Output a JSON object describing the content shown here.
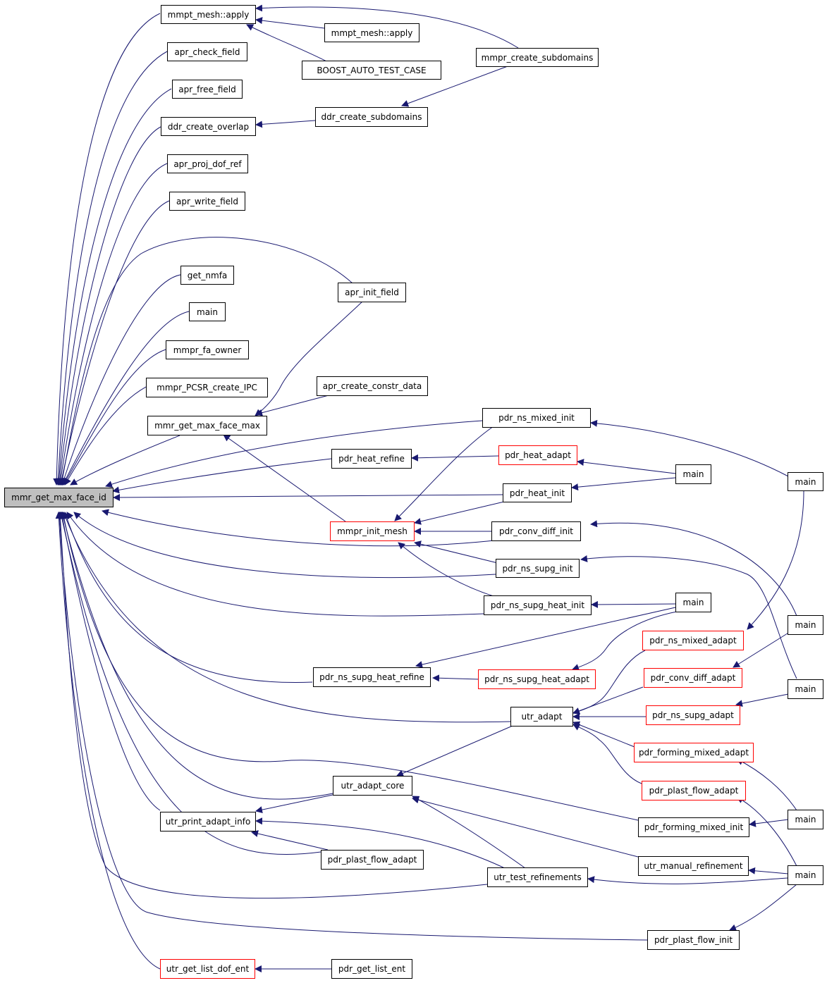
{
  "colors": {
    "edge": "#191970",
    "node_border": "#000000",
    "node_border_incomplete": "#ff0000",
    "root_fill": "#bfbfbf",
    "node_fill": "#ffffff"
  },
  "nodes": [
    {
      "id": "root",
      "label": "mmr_get_max_face_id",
      "style": "root"
    },
    {
      "id": "mmpt_apply_a",
      "label": "mmpt_mesh::apply",
      "style": "normal"
    },
    {
      "id": "mmpt_apply_b",
      "label": "mmpt_mesh::apply",
      "style": "normal"
    },
    {
      "id": "boost_test",
      "label": "BOOST_AUTO_TEST_CASE",
      "style": "normal"
    },
    {
      "id": "mmpr_create_sub",
      "label": "mmpr_create_subdomains",
      "style": "normal"
    },
    {
      "id": "apr_check_field",
      "label": "apr_check_field",
      "style": "normal"
    },
    {
      "id": "apr_free_field",
      "label": "apr_free_field",
      "style": "normal"
    },
    {
      "id": "ddr_create_overlap",
      "label": "ddr_create_overlap",
      "style": "normal"
    },
    {
      "id": "ddr_create_sub",
      "label": "ddr_create_subdomains",
      "style": "normal"
    },
    {
      "id": "apr_proj_dof_ref",
      "label": "apr_proj_dof_ref",
      "style": "normal"
    },
    {
      "id": "apr_write_field",
      "label": "apr_write_field",
      "style": "normal"
    },
    {
      "id": "get_nmfa",
      "label": "get_nmfa",
      "style": "normal"
    },
    {
      "id": "apr_init_field",
      "label": "apr_init_field",
      "style": "normal"
    },
    {
      "id": "main_a",
      "label": "main",
      "style": "normal"
    },
    {
      "id": "mmpr_fa_owner",
      "label": "mmpr_fa_owner",
      "style": "normal"
    },
    {
      "id": "mmpr_pcsr",
      "label": "mmpr_PCSR_create_IPC",
      "style": "normal"
    },
    {
      "id": "apr_create_constr",
      "label": "apr_create_constr_data",
      "style": "normal"
    },
    {
      "id": "mmr_get_max_face_max",
      "label": "mmr_get_max_face_max",
      "style": "normal"
    },
    {
      "id": "pdr_ns_mixed_init",
      "label": "pdr_ns_mixed_init",
      "style": "normal"
    },
    {
      "id": "pdr_heat_refine",
      "label": "pdr_heat_refine",
      "style": "normal"
    },
    {
      "id": "pdr_heat_adapt",
      "label": "pdr_heat_adapt",
      "style": "red"
    },
    {
      "id": "main_b",
      "label": "main",
      "style": "normal"
    },
    {
      "id": "main_c",
      "label": "main",
      "style": "normal"
    },
    {
      "id": "pdr_heat_init",
      "label": "pdr_heat_init",
      "style": "normal"
    },
    {
      "id": "mmpr_init_mesh",
      "label": "mmpr_init_mesh",
      "style": "red"
    },
    {
      "id": "pdr_conv_diff_init",
      "label": "pdr_conv_diff_init",
      "style": "normal"
    },
    {
      "id": "pdr_ns_supg_init",
      "label": "pdr_ns_supg_init",
      "style": "normal"
    },
    {
      "id": "pdr_ns_supg_heat_init",
      "label": "pdr_ns_supg_heat_init",
      "style": "normal"
    },
    {
      "id": "main_d",
      "label": "main",
      "style": "normal"
    },
    {
      "id": "main_e",
      "label": "main",
      "style": "normal"
    },
    {
      "id": "pdr_ns_mixed_adapt",
      "label": "pdr_ns_mixed_adapt",
      "style": "red"
    },
    {
      "id": "pdr_ns_supg_heat_refine",
      "label": "pdr_ns_supg_heat_refine",
      "style": "normal"
    },
    {
      "id": "pdr_ns_supg_heat_adapt",
      "label": "pdr_ns_supg_heat_adapt",
      "style": "red"
    },
    {
      "id": "pdr_conv_diff_adapt",
      "label": "pdr_conv_diff_adapt",
      "style": "red"
    },
    {
      "id": "main_f",
      "label": "main",
      "style": "normal"
    },
    {
      "id": "utr_adapt",
      "label": "utr_adapt",
      "style": "normal"
    },
    {
      "id": "pdr_ns_supg_adapt",
      "label": "pdr_ns_supg_adapt",
      "style": "red"
    },
    {
      "id": "pdr_forming_mixed_adapt",
      "label": "pdr_forming_mixed_adapt",
      "style": "red"
    },
    {
      "id": "utr_adapt_core",
      "label": "utr_adapt_core",
      "style": "normal"
    },
    {
      "id": "pdr_plast_flow_adapt_r",
      "label": "pdr_plast_flow_adapt",
      "style": "red"
    },
    {
      "id": "utr_print_adapt_info",
      "label": "utr_print_adapt_info",
      "style": "normal"
    },
    {
      "id": "pdr_forming_mixed_init",
      "label": "pdr_forming_mixed_init",
      "style": "normal"
    },
    {
      "id": "main_g",
      "label": "main",
      "style": "normal"
    },
    {
      "id": "pdr_plast_flow_adapt_b",
      "label": "pdr_plast_flow_adapt",
      "style": "normal"
    },
    {
      "id": "utr_manual_refinement",
      "label": "utr_manual_refinement",
      "style": "normal"
    },
    {
      "id": "utr_test_refinements",
      "label": "utr_test_refinements",
      "style": "normal"
    },
    {
      "id": "main_h",
      "label": "main",
      "style": "normal"
    },
    {
      "id": "pdr_plast_flow_init",
      "label": "pdr_plast_flow_init",
      "style": "normal"
    },
    {
      "id": "utr_get_list_dof_ent",
      "label": "utr_get_list_dof_ent",
      "style": "red"
    },
    {
      "id": "pdr_get_list_ent",
      "label": "pdr_get_list_ent",
      "style": "normal"
    }
  ]
}
